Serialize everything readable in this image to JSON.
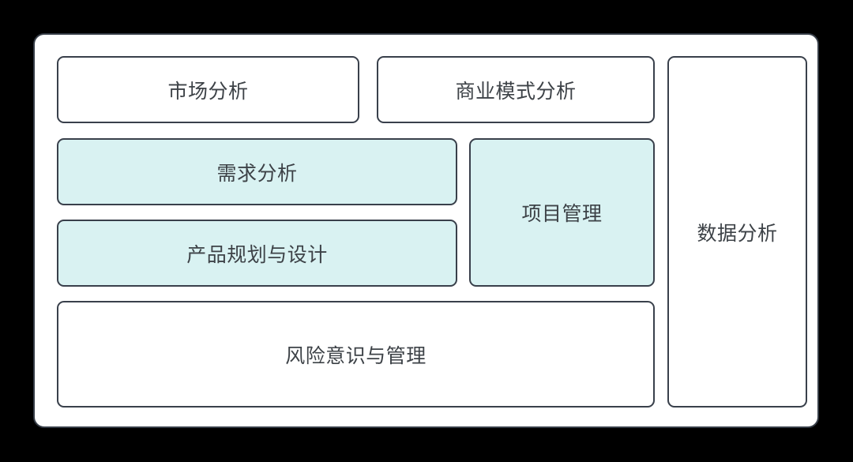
{
  "diagram": {
    "background_color": "#000000",
    "board_fill": "#ffffff",
    "border_color": "#39404b",
    "text_color": "#3d4247",
    "highlight_fill": "#d9f2f2",
    "plain_fill": "#ffffff",
    "blocks": [
      {
        "id": "market-analysis",
        "label": "市场分析",
        "fill": "#ffffff"
      },
      {
        "id": "business-model-analysis",
        "label": "商业模式分析",
        "fill": "#ffffff"
      },
      {
        "id": "requirement-analysis",
        "label": "需求分析",
        "fill": "#d9f2f2"
      },
      {
        "id": "project-management",
        "label": "项目管理",
        "fill": "#d9f2f2"
      },
      {
        "id": "product-planning-design",
        "label": "产品规划与设计",
        "fill": "#d9f2f2"
      },
      {
        "id": "risk-awareness-management",
        "label": "风险意识与管理",
        "fill": "#ffffff"
      },
      {
        "id": "data-analysis",
        "label": "数据分析",
        "fill": "#ffffff"
      }
    ]
  }
}
